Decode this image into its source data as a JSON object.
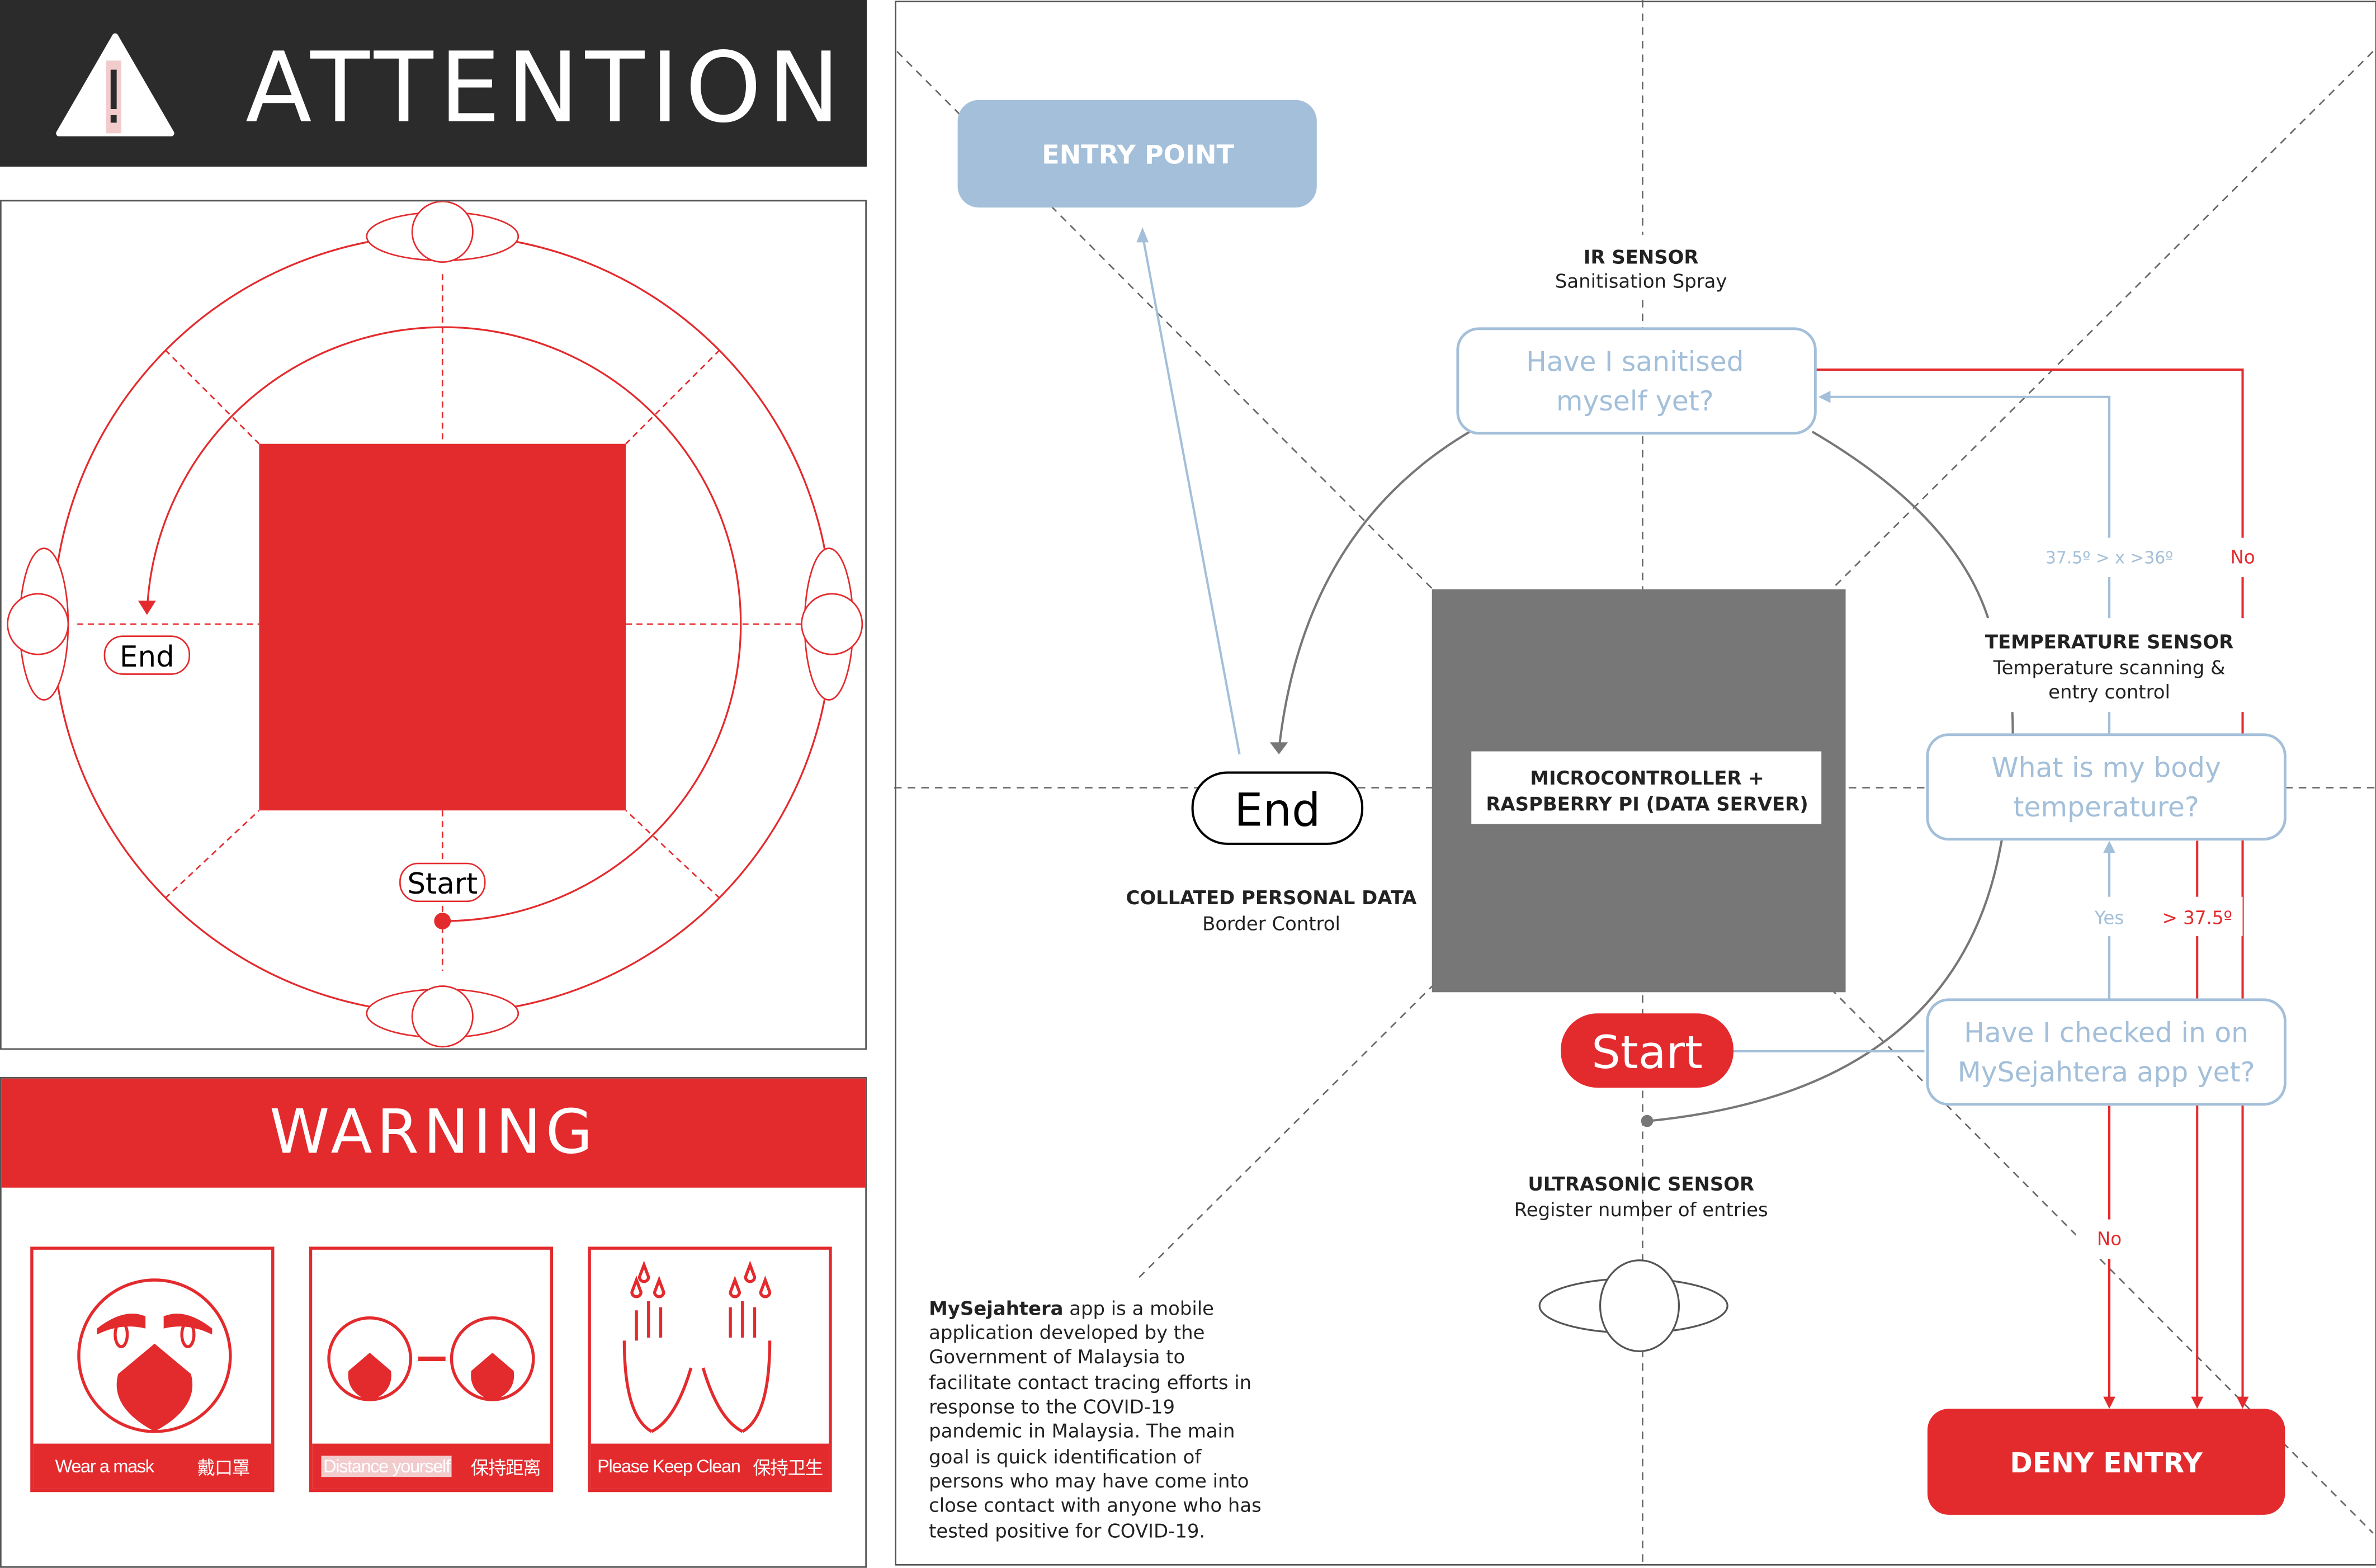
{
  "attention": {
    "title": "ATTENTION",
    "icon": "warning-triangle-icon"
  },
  "circle_diagram": {
    "start_label": "Start",
    "end_label": "End"
  },
  "warning": {
    "title": "WARNING",
    "cards": [
      {
        "en": "Wear a mask",
        "zh": "戴口罩",
        "icon": "mask-face-icon"
      },
      {
        "en": "Distance yourself",
        "zh": "保持距离",
        "icon": "distance-faces-icon"
      },
      {
        "en": "Please Keep Clean",
        "zh": "保持卫生",
        "icon": "clean-hands-icon"
      }
    ]
  },
  "flow": {
    "entry_point": "ENTRY POINT",
    "ir_sensor": {
      "title": "IR SENSOR",
      "subtitle": "Sanitisation Spray"
    },
    "q_sanitised": [
      "Have I sanitised",
      "myself yet?"
    ],
    "temp_range": "37.5º > x >36º",
    "no_top": "No",
    "temp_sensor": {
      "title": "TEMPERATURE SENSOR",
      "subtitle": [
        "Temperature scanning &",
        "entry control"
      ]
    },
    "q_temperature": [
      "What is my body",
      "temperature?"
    ],
    "yes": "Yes",
    "over_temp": "> 37.5º",
    "q_checkin": [
      "Have I checked in on",
      "MySejahtera app yet?"
    ],
    "no_bottom": "No",
    "deny": "DENY ENTRY",
    "center": [
      "MICROCONTROLLER +",
      "RASPBERRY PI (DATA SERVER)"
    ],
    "end": "End",
    "start": "Start",
    "collated": {
      "title": "COLLATED PERSONAL DATA",
      "subtitle": "Border Control"
    },
    "ultrasonic": {
      "title": "ULTRASONIC SENSOR",
      "subtitle": "Register number of entries"
    },
    "note_bold": "MySejahtera",
    "note_lines": [
      " app is a mobile",
      "application developed by the",
      "Government of Malaysia to",
      "facilitate contact tracing efforts in",
      "response to the COVID-19",
      "pandemic in Malaysia. The main",
      "goal is quick identification of",
      "persons who may have come into",
      "close contact with anyone who has",
      "tested positive for COVID-19."
    ]
  },
  "colors": {
    "red": "#e32b2e",
    "blue": "#a3bfd9",
    "gray": "#777777",
    "dark": "#2b2b2b"
  }
}
